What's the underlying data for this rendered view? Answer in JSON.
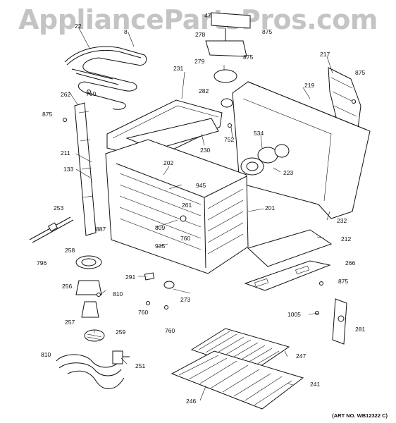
{
  "watermark": "AppliancePartsPros.com",
  "art_number": "(ART NO. WB12322 C)",
  "labels": [
    {
      "id": "l47",
      "text": "47"
    },
    {
      "id": "l875a",
      "text": "875"
    },
    {
      "id": "l278",
      "text": "278"
    },
    {
      "id": "l875b",
      "text": "875"
    },
    {
      "id": "l22",
      "text": "22"
    },
    {
      "id": "l8",
      "text": "8"
    },
    {
      "id": "l217",
      "text": "217"
    },
    {
      "id": "l875c",
      "text": "875"
    },
    {
      "id": "l279",
      "text": "279"
    },
    {
      "id": "l231",
      "text": "231"
    },
    {
      "id": "l219",
      "text": "219"
    },
    {
      "id": "l282",
      "text": "282"
    },
    {
      "id": "l760a",
      "text": "760"
    },
    {
      "id": "l262",
      "text": "262"
    },
    {
      "id": "l875d",
      "text": "875"
    },
    {
      "id": "l752",
      "text": "752"
    },
    {
      "id": "l534",
      "text": "534"
    },
    {
      "id": "l230",
      "text": "230"
    },
    {
      "id": "l211",
      "text": "211"
    },
    {
      "id": "l202",
      "text": "202"
    },
    {
      "id": "l223",
      "text": "223"
    },
    {
      "id": "l133",
      "text": "133"
    },
    {
      "id": "l945",
      "text": "945"
    },
    {
      "id": "l261",
      "text": "261"
    },
    {
      "id": "l201",
      "text": "201"
    },
    {
      "id": "l253",
      "text": "253"
    },
    {
      "id": "l232",
      "text": "232"
    },
    {
      "id": "l887",
      "text": "887"
    },
    {
      "id": "l809",
      "text": "809"
    },
    {
      "id": "l760b",
      "text": "760"
    },
    {
      "id": "l212",
      "text": "212"
    },
    {
      "id": "l796",
      "text": "796"
    },
    {
      "id": "l935",
      "text": "935"
    },
    {
      "id": "l258",
      "text": "258"
    },
    {
      "id": "l266",
      "text": "266"
    },
    {
      "id": "l291",
      "text": "291"
    },
    {
      "id": "l256",
      "text": "256"
    },
    {
      "id": "l810a",
      "text": "810"
    },
    {
      "id": "l875e",
      "text": "875"
    },
    {
      "id": "l273",
      "text": "273"
    },
    {
      "id": "l760c",
      "text": "760"
    },
    {
      "id": "l257",
      "text": "257"
    },
    {
      "id": "l1005",
      "text": "1005"
    },
    {
      "id": "l281",
      "text": "281"
    },
    {
      "id": "l760d",
      "text": "760"
    },
    {
      "id": "l259",
      "text": "259"
    },
    {
      "id": "l247",
      "text": "247"
    },
    {
      "id": "l810b",
      "text": "810"
    },
    {
      "id": "l251",
      "text": "251"
    },
    {
      "id": "l241",
      "text": "241"
    },
    {
      "id": "l246",
      "text": "246"
    }
  ]
}
